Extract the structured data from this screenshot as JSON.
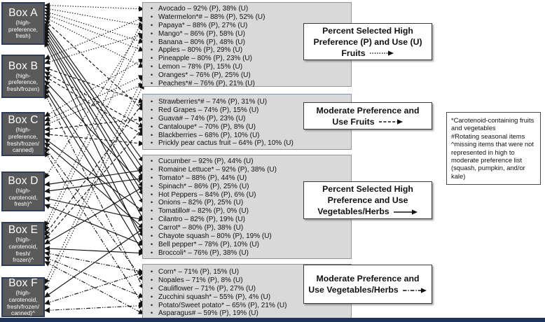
{
  "colors": {
    "box_fill": "#5a5a5a",
    "box_border": "#2c3c5c",
    "list_fill": "#d9d9d9",
    "list_border": "#8496b0",
    "caption_border": "#3a3a3a",
    "line_color": "#141414",
    "bottom_bar": "#20345a"
  },
  "boxes": [
    {
      "id": "A",
      "title": "Box A",
      "subtitle": "(high-\npreference,\nfresh)"
    },
    {
      "id": "B",
      "title": "Box B",
      "subtitle": "(high-\npreference,\nfresh/frozen)"
    },
    {
      "id": "C",
      "title": "Box C",
      "subtitle": "(high-\npreference,\nfresh/frozen/\ncanned)"
    },
    {
      "id": "D",
      "title": "Box D",
      "subtitle": "(high-\ncarotenoid,\nfresh)^"
    },
    {
      "id": "E",
      "title": "Box E",
      "subtitle": "(high-\ncarotenoid,\nfresh/\nfrozen)^"
    },
    {
      "id": "F",
      "title": "Box F",
      "subtitle": "(high-\ncarotenoid,\nfresh/frozen/\ncanned)^"
    }
  ],
  "lists": [
    {
      "name": "high-preference-use-fruits",
      "style": "dotted",
      "items": [
        "Avocado – 92% (P), 38% (U)",
        "Watermelon*# – 88% (P), 52% (U)",
        "Papaya* – 88% (P), 27% (U)",
        "Mango* – 86% (P), 58% (U)",
        "Banana – 80% (P), 48% (U)",
        "Apples – 80% (P), 29% (U)",
        "Pineapple – 80% (P), 23% (U)",
        "Lemon – 78% (P), 15% (U)",
        "Oranges* – 76% (P), 25% (U)",
        "Peaches*# – 76% (P), 21% (U)"
      ]
    },
    {
      "name": "moderate-preference-use-fruits",
      "style": "dashed",
      "items": [
        "Strawberries*# – 74% (P), 31% (U)",
        "Red Grapes – 74% (P), 15% (U)",
        "Guava# – 74% (P), 23% (U)",
        "Cantaloupe* – 70% (P), 8% (U)",
        "Blackberries – 68% (P), 10% (U)",
        "Prickly pear cactus fruit – 64% (P), 10% (U)"
      ]
    },
    {
      "name": "high-preference-use-vegetables",
      "style": "solid",
      "items": [
        "Cucumber – 92% (P), 44% (U)",
        "Romaine Lettuce* – 92% (P), 38% (U)",
        "Tomato* – 88% (P), 44% (U)",
        "Spinach* – 86% (P), 25% (U)",
        "Hot Peppers – 84% (P), 6% (U)",
        "Onions – 82% (P), 25% (U)",
        "Tomatillo# – 82% (P), 0% (U)",
        "Cilantro – 82% (P), 19% (U)",
        "Carrot* – 80% (P), 38% (U)",
        "Chayote squash – 80% (P), 19% (U)",
        "Bell pepper* – 78% (P), 10% (U)",
        "Broccoli* – 76% (P), 38% (U)"
      ]
    },
    {
      "name": "moderate-preference-use-vegetables",
      "style": "dashdot",
      "items": [
        "Corn* – 71% (P), 15% (U)",
        "Nopales – 71% (P), 8% (U)",
        "Cauliflower – 71% (P), 27% (U)",
        "Zucchini squash* – 55% (P), 4% (U)",
        "Potato/Sweet potato* – 65% (P), 21% (U)",
        "Asparagus# – 59% (P), 19% (U)"
      ]
    }
  ],
  "labels": [
    {
      "text": "Percent Selected High Preference (P) and Use (U) Fruits",
      "arrow": "dotted"
    },
    {
      "text": "Moderate Preference and Use Fruits",
      "arrow": "dashed"
    },
    {
      "text": "Percent Selected High Preference and Use Vegetables/Herbs",
      "arrow": "solid"
    },
    {
      "text": "Moderate Preference and Use Vegetables/Herbs",
      "arrow": "dashdot"
    }
  ],
  "note": {
    "lines": [
      "*Carotenoid-containing fruits and vegetables",
      "#Rotating seasonal items",
      "^missing items that were not represented in high to moderate preference list (squash, pumpkin, and/or kale)"
    ]
  },
  "connections": [
    {
      "list": 0,
      "item": 0,
      "box": "A"
    },
    {
      "list": 0,
      "item": 1,
      "box": "B"
    },
    {
      "list": 0,
      "item": 1,
      "box": "E"
    },
    {
      "list": 0,
      "item": 2,
      "box": "A"
    },
    {
      "list": 0,
      "item": 2,
      "box": "D"
    },
    {
      "list": 0,
      "item": 3,
      "box": "B"
    },
    {
      "list": 0,
      "item": 3,
      "box": "E"
    },
    {
      "list": 0,
      "item": 4,
      "box": "A"
    },
    {
      "list": 0,
      "item": 5,
      "box": "A"
    },
    {
      "list": 0,
      "item": 6,
      "box": "C"
    },
    {
      "list": 0,
      "item": 7,
      "box": "A"
    },
    {
      "list": 0,
      "item": 8,
      "box": "C"
    },
    {
      "list": 0,
      "item": 8,
      "box": "F"
    },
    {
      "list": 0,
      "item": 9,
      "box": "C"
    },
    {
      "list": 0,
      "item": 9,
      "box": "F"
    },
    {
      "list": 1,
      "item": 0,
      "box": "B"
    },
    {
      "list": 1,
      "item": 0,
      "box": "E"
    },
    {
      "list": 1,
      "item": 1,
      "box": "A"
    },
    {
      "list": 1,
      "item": 2,
      "box": "C"
    },
    {
      "list": 1,
      "item": 3,
      "box": "B"
    },
    {
      "list": 1,
      "item": 3,
      "box": "E"
    },
    {
      "list": 1,
      "item": 4,
      "box": "B"
    },
    {
      "list": 1,
      "item": 5,
      "box": "C"
    },
    {
      "list": 2,
      "item": 0,
      "box": "A"
    },
    {
      "list": 2,
      "item": 1,
      "box": "A"
    },
    {
      "list": 2,
      "item": 1,
      "box": "D"
    },
    {
      "list": 2,
      "item": 2,
      "box": "A"
    },
    {
      "list": 2,
      "item": 2,
      "box": "D"
    },
    {
      "list": 2,
      "item": 3,
      "box": "B"
    },
    {
      "list": 2,
      "item": 3,
      "box": "E"
    },
    {
      "list": 2,
      "item": 4,
      "box": "A"
    },
    {
      "list": 2,
      "item": 5,
      "box": "A"
    },
    {
      "list": 2,
      "item": 6,
      "box": "C"
    },
    {
      "list": 2,
      "item": 7,
      "box": "A"
    },
    {
      "list": 2,
      "item": 7,
      "box": "D"
    },
    {
      "list": 2,
      "item": 8,
      "box": "C"
    },
    {
      "list": 2,
      "item": 8,
      "box": "F"
    },
    {
      "list": 2,
      "item": 9,
      "box": "B"
    },
    {
      "list": 2,
      "item": 10,
      "box": "A"
    },
    {
      "list": 2,
      "item": 10,
      "box": "D"
    },
    {
      "list": 2,
      "item": 11,
      "box": "B"
    },
    {
      "list": 2,
      "item": 11,
      "box": "E"
    },
    {
      "list": 3,
      "item": 0,
      "box": "E"
    },
    {
      "list": 3,
      "item": 0,
      "box": "F"
    },
    {
      "list": 3,
      "item": 1,
      "box": "C"
    },
    {
      "list": 3,
      "item": 2,
      "box": "B"
    },
    {
      "list": 3,
      "item": 3,
      "box": "E"
    },
    {
      "list": 3,
      "item": 4,
      "box": "C"
    },
    {
      "list": 3,
      "item": 4,
      "box": "F"
    },
    {
      "list": 3,
      "item": 5,
      "box": "E"
    }
  ]
}
